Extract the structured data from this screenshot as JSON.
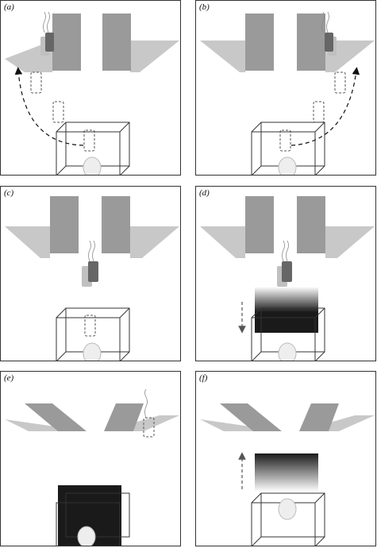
{
  "panels": [
    {
      "id": "a",
      "label": "(a)"
    },
    {
      "id": "b",
      "label": "(b)"
    },
    {
      "id": "c",
      "label": "(c)"
    },
    {
      "id": "d",
      "label": "(d)"
    },
    {
      "id": "e",
      "label": "(e)"
    },
    {
      "id": "f",
      "label": "(f)"
    }
  ],
  "colors": {
    "wall": "#9a9a9a",
    "floor": "#c8c8c8",
    "screen_dark": "#1a1a1a",
    "object_dark": "#666666",
    "object_light": "#c0c0c0",
    "line": "#333333"
  }
}
